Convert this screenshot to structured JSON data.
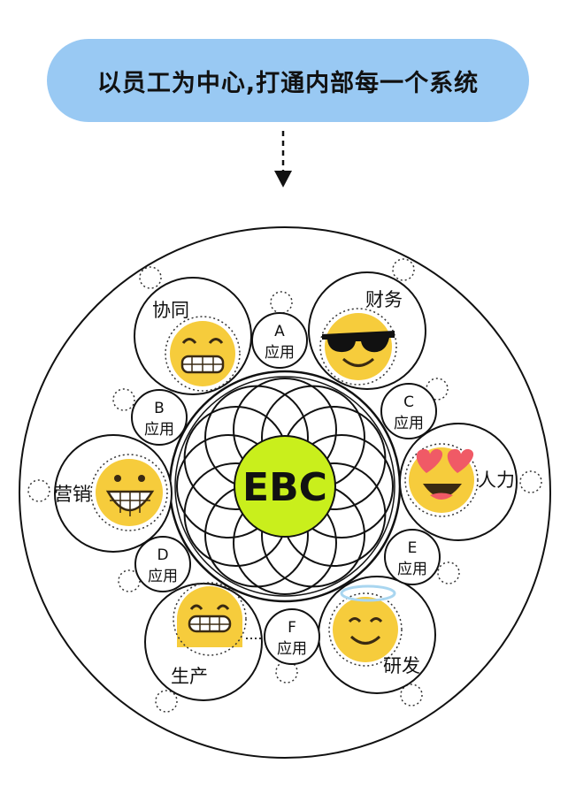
{
  "banner": {
    "text": "以员工为中心,打通内部每一个系统"
  },
  "center": {
    "label": "EBC",
    "color": "#c9ef1c"
  },
  "modules": [
    {
      "id": "xietong",
      "label": "协同"
    },
    {
      "id": "caiwu",
      "label": "财务"
    },
    {
      "id": "renli",
      "label": "人力"
    },
    {
      "id": "yanfa",
      "label": "研发"
    },
    {
      "id": "shengchan",
      "label": "生产"
    },
    {
      "id": "yingxiao",
      "label": "营销"
    }
  ],
  "apps": [
    {
      "letter": "A",
      "label": "应用"
    },
    {
      "letter": "B",
      "label": "应用"
    },
    {
      "letter": "C",
      "label": "应用"
    },
    {
      "letter": "D",
      "label": "应用"
    },
    {
      "letter": "E",
      "label": "应用"
    },
    {
      "letter": "F",
      "label": "应用"
    }
  ],
  "colors": {
    "banner": "#99c9f3",
    "emoji": "#f6cc3c",
    "heart": "#f05a66",
    "halo": "#a9d6f0"
  }
}
